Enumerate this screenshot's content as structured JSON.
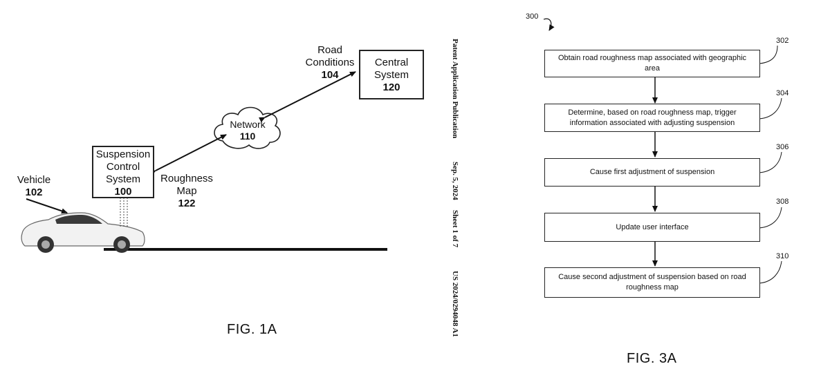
{
  "fig1a": {
    "vehicle": {
      "label": "Vehicle",
      "ref": "102"
    },
    "suspension": {
      "line1": "Suspension",
      "line2": "Control",
      "line3": "System",
      "ref": "100"
    },
    "roughness": {
      "line1": "Roughness",
      "line2": "Map",
      "ref": "122"
    },
    "network": {
      "label": "Network",
      "ref": "110"
    },
    "road": {
      "line1": "Road",
      "line2": "Conditions",
      "ref": "104"
    },
    "central": {
      "line1": "Central",
      "line2": "System",
      "ref": "120"
    },
    "caption": "FIG. 1A"
  },
  "header": {
    "publication": "Patent Application Publication",
    "date": "Sep. 5, 2024",
    "sheet": "Sheet 1 of 7",
    "number": "US 2024/0294048 A1"
  },
  "fig3a": {
    "ref": "300",
    "steps": [
      {
        "ref": "302",
        "text": "Obtain road roughness map associated with geographic area"
      },
      {
        "ref": "304",
        "text": "Determine, based on road roughness map, trigger information associated with adjusting suspension"
      },
      {
        "ref": "306",
        "text": "Cause first adjustment of suspension"
      },
      {
        "ref": "308",
        "text": "Update user interface"
      },
      {
        "ref": "310",
        "text": "Cause second adjustment of suspension based on road roughness map"
      }
    ],
    "caption": "FIG. 3A"
  }
}
